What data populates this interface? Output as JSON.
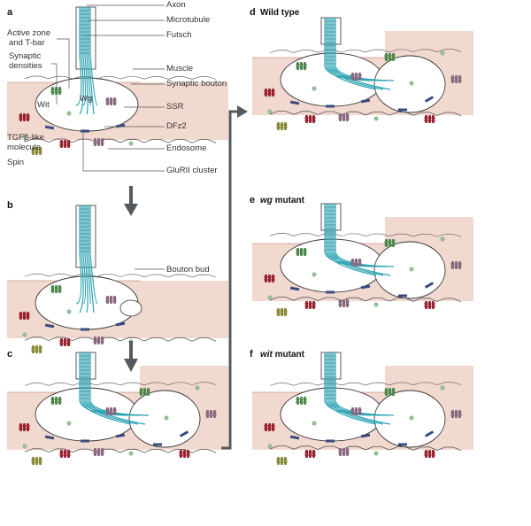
{
  "panels": {
    "a": {
      "letter": "a"
    },
    "b": {
      "letter": "b"
    },
    "c": {
      "letter": "c"
    },
    "d": {
      "letter": "d",
      "title": "Wild type"
    },
    "e": {
      "letter": "e",
      "title_gene": "wg",
      "title_rest": " mutant"
    },
    "f": {
      "letter": "f",
      "title_gene": "wit",
      "title_rest": " mutant"
    }
  },
  "labels_right": [
    "Axon",
    "Microtubule",
    "Futsch",
    "Muscle",
    "Synaptic bouton",
    "SSR",
    "DFz2",
    "Endosome",
    "GluRII cluster"
  ],
  "labels_left": [
    "Active zone",
    "and T-bar",
    "Synaptic",
    "densities",
    "TGFβ-like",
    "molecule",
    "Spin"
  ],
  "labels_inner": {
    "wit": "Wit",
    "wg": "Wg"
  },
  "bouton_bud": "Bouton bud",
  "colors": {
    "muscle": "#f2d9cf",
    "muscle_line": "#b07060",
    "microtubule": "#2aa3b3",
    "synapse": "#3a4a80",
    "dfz2": "#8a6a80",
    "wit": "#4e8a4e",
    "glur": "#9a2430",
    "spin": "#8a8a3a",
    "arrow": "#555a60"
  }
}
